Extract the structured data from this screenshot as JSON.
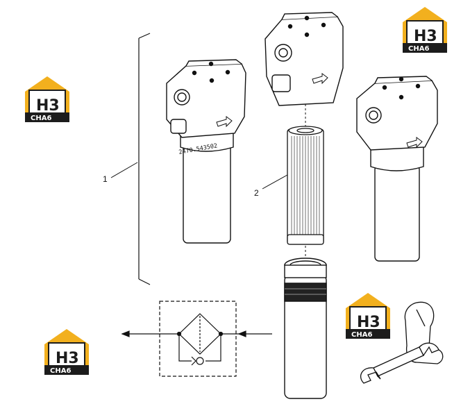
{
  "diagram": {
    "callouts": [
      {
        "id": "1",
        "label": "1"
      },
      {
        "id": "2",
        "label": "2"
      }
    ],
    "part_number": "2470.543502"
  },
  "logo": {
    "mark": "H3",
    "wordmark": "CHA6",
    "colors": {
      "roof": "#f2b01e",
      "body": "#1c1c1c",
      "text": "#ffffff"
    }
  },
  "colors": {
    "line": "#111111",
    "fill": "#ffffff"
  },
  "icons": [
    "filter-element-icon",
    "wrench-icon",
    "hand-icon",
    "direction-arrow-icon",
    "check-valve-icon"
  ]
}
